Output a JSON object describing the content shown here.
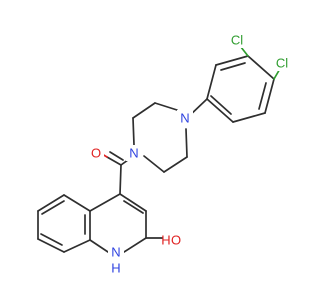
{
  "atoms": {
    "cl_top": {
      "label": "Cl",
      "color": "#2f9d2f"
    },
    "cl_right": {
      "label": "Cl",
      "color": "#2f9d2f"
    },
    "n_piperazine_aryl": {
      "label": "N",
      "color": "#2f43e0"
    },
    "n_piperazine_amide": {
      "label": "N",
      "color": "#2f43e0"
    },
    "o_carbonyl": {
      "label": "O",
      "color": "#e02222"
    },
    "n_quinoline": {
      "label": "N",
      "color": "#2f43e0"
    },
    "h_quinoline": {
      "label": "H",
      "color": "#2f43e0"
    },
    "o_hydroxy": {
      "label": "O",
      "color": "#e02222"
    },
    "h_hydroxy": {
      "label": "H",
      "color": "#e02222"
    }
  }
}
